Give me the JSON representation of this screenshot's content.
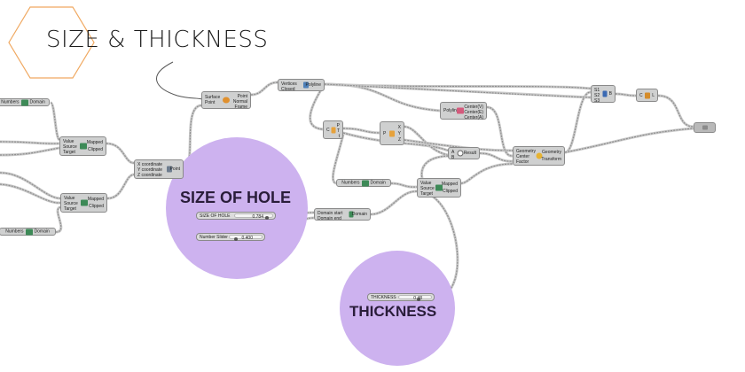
{
  "title": "SIZE & THICKNESS",
  "callouts": {
    "hole": "SIZE OF HOLE",
    "thickness": "THICKNESS"
  },
  "colors": {
    "hexagon": "#f0a860",
    "highlight": "#cdb2ef",
    "wire": "#8f8f8f",
    "wire_glow": "#c9c9c9",
    "component": "#cfd0d0"
  },
  "components": {
    "numbers_domain_1": {
      "in": "Numbers",
      "icon": "domain-icon",
      "out": "Domain"
    },
    "numbers_domain_2": {
      "in": "Numbers",
      "icon": "domain-icon",
      "out": "Domain"
    },
    "numbers_domain_3": {
      "in": "Numbers",
      "icon": "domain-icon",
      "out": "Domain"
    },
    "remap_1": {
      "inputs": [
        "Value",
        "Source",
        "Target"
      ],
      "outputs": [
        "Mapped",
        "Clipped"
      ],
      "icon": "remap-icon"
    },
    "remap_2": {
      "inputs": [
        "Value",
        "Source",
        "Target"
      ],
      "outputs": [
        "Mapped",
        "Clipped"
      ],
      "icon": "remap-icon"
    },
    "remap_3": {
      "inputs": [
        "Value",
        "Source",
        "Target"
      ],
      "outputs": [
        "Mapped",
        "Clipped"
      ],
      "icon": "remap-icon"
    },
    "construct_point": {
      "inputs": [
        "X coordinate",
        "Y coordinate",
        "Z coordinate"
      ],
      "outputs": [
        "Point"
      ],
      "icon": "point-icon"
    },
    "evaluate_surface": {
      "inputs": [
        "Surface",
        "Point"
      ],
      "outputs": [
        "Point",
        "Normal",
        "Frame"
      ],
      "icon": "evaluate-surface-icon"
    },
    "polyline": {
      "inputs": [
        "Vertices",
        "Closed"
      ],
      "outputs": [
        "Polyline"
      ],
      "icon": "polyline-icon"
    },
    "polygon_center": {
      "inputs": [
        "Polyline"
      ],
      "outputs": [
        "Center(V)",
        "Center(E)",
        "Center(A)"
      ],
      "icon": "polygon-center-icon"
    },
    "curve_points": {
      "inputs": [
        "C"
      ],
      "outputs": [
        "P",
        "T",
        "t"
      ],
      "icon": "curve-points-icon"
    },
    "deconstruct_point": {
      "inputs": [
        "P"
      ],
      "outputs": [
        "X",
        "Y",
        "Z"
      ],
      "icon": "deconstruct-point-icon"
    },
    "expression": {
      "inputs": [
        "A",
        "B"
      ],
      "outputs": [
        "Result"
      ],
      "icon": "expression-icon"
    },
    "scale": {
      "inputs": [
        "Geometry",
        "Center",
        "Factor"
      ],
      "outputs": [
        "Geometry",
        "Transform"
      ],
      "icon": "scale-icon"
    },
    "loft": {
      "inputs": [
        "S1",
        "S2",
        "S3"
      ],
      "outputs": [
        "B"
      ],
      "icon": "loft-icon"
    },
    "cap": {
      "inputs": [
        "C"
      ],
      "outputs": [
        "L"
      ],
      "icon": "cap-icon"
    },
    "bake": {
      "inputs": [],
      "outputs": [],
      "icon": "preview-icon"
    },
    "construct_domain": {
      "inputs": [
        "Domain start",
        "Domain end"
      ],
      "outputs": [
        "Domain"
      ],
      "icon": "construct-domain-icon"
    }
  },
  "sliders": {
    "size_of_hole": {
      "label": "SIZE OF HOLE",
      "value": "0.784",
      "fraction": 0.9
    },
    "number_slider": {
      "label": "Number Slider",
      "value": "0.400",
      "fraction": 0.1
    },
    "thickness": {
      "label": "THICKNESS",
      "value": "0.48",
      "fraction": 0.6
    }
  }
}
